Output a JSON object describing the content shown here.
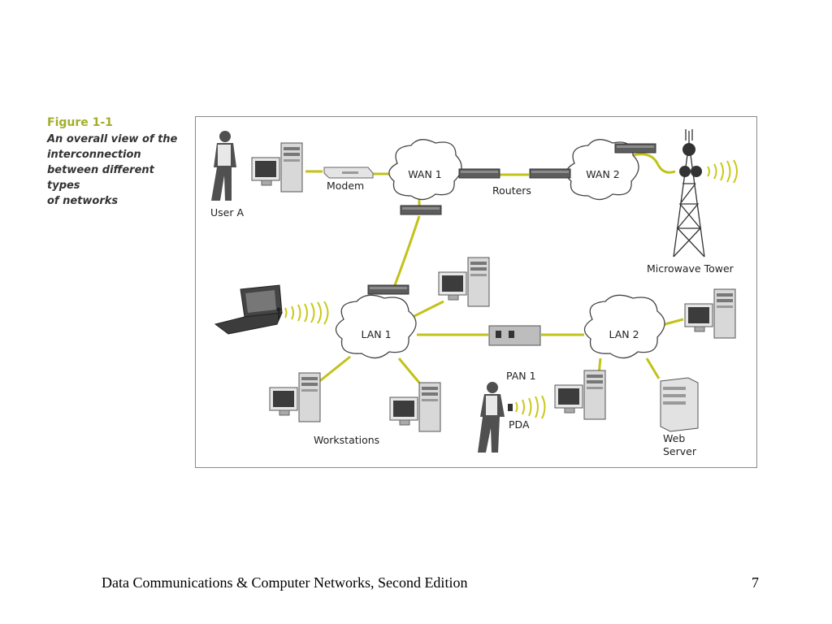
{
  "caption": {
    "figure_label": "Figure 1-1",
    "description": " An overall view of the\ninterconnection\nbetween different types\nof networks"
  },
  "diagram": {
    "clouds": {
      "wan1": "WAN 1",
      "wan2": "WAN 2",
      "lan1": "LAN 1",
      "lan2": "LAN 2"
    },
    "labels": {
      "modem": "Modem",
      "routers": "Routers",
      "user_a": "User A",
      "microwave_tower": "Microwave Tower",
      "pan1": "PAN 1",
      "pda": "PDA",
      "workstations": "Workstations",
      "web": "Web",
      "server": "Server"
    },
    "colors": {
      "link": "#c2c21a",
      "signal": "#c9c918"
    }
  },
  "footer": {
    "title": "Data Communications & Computer Networks, Second Edition",
    "page_number": "7"
  }
}
